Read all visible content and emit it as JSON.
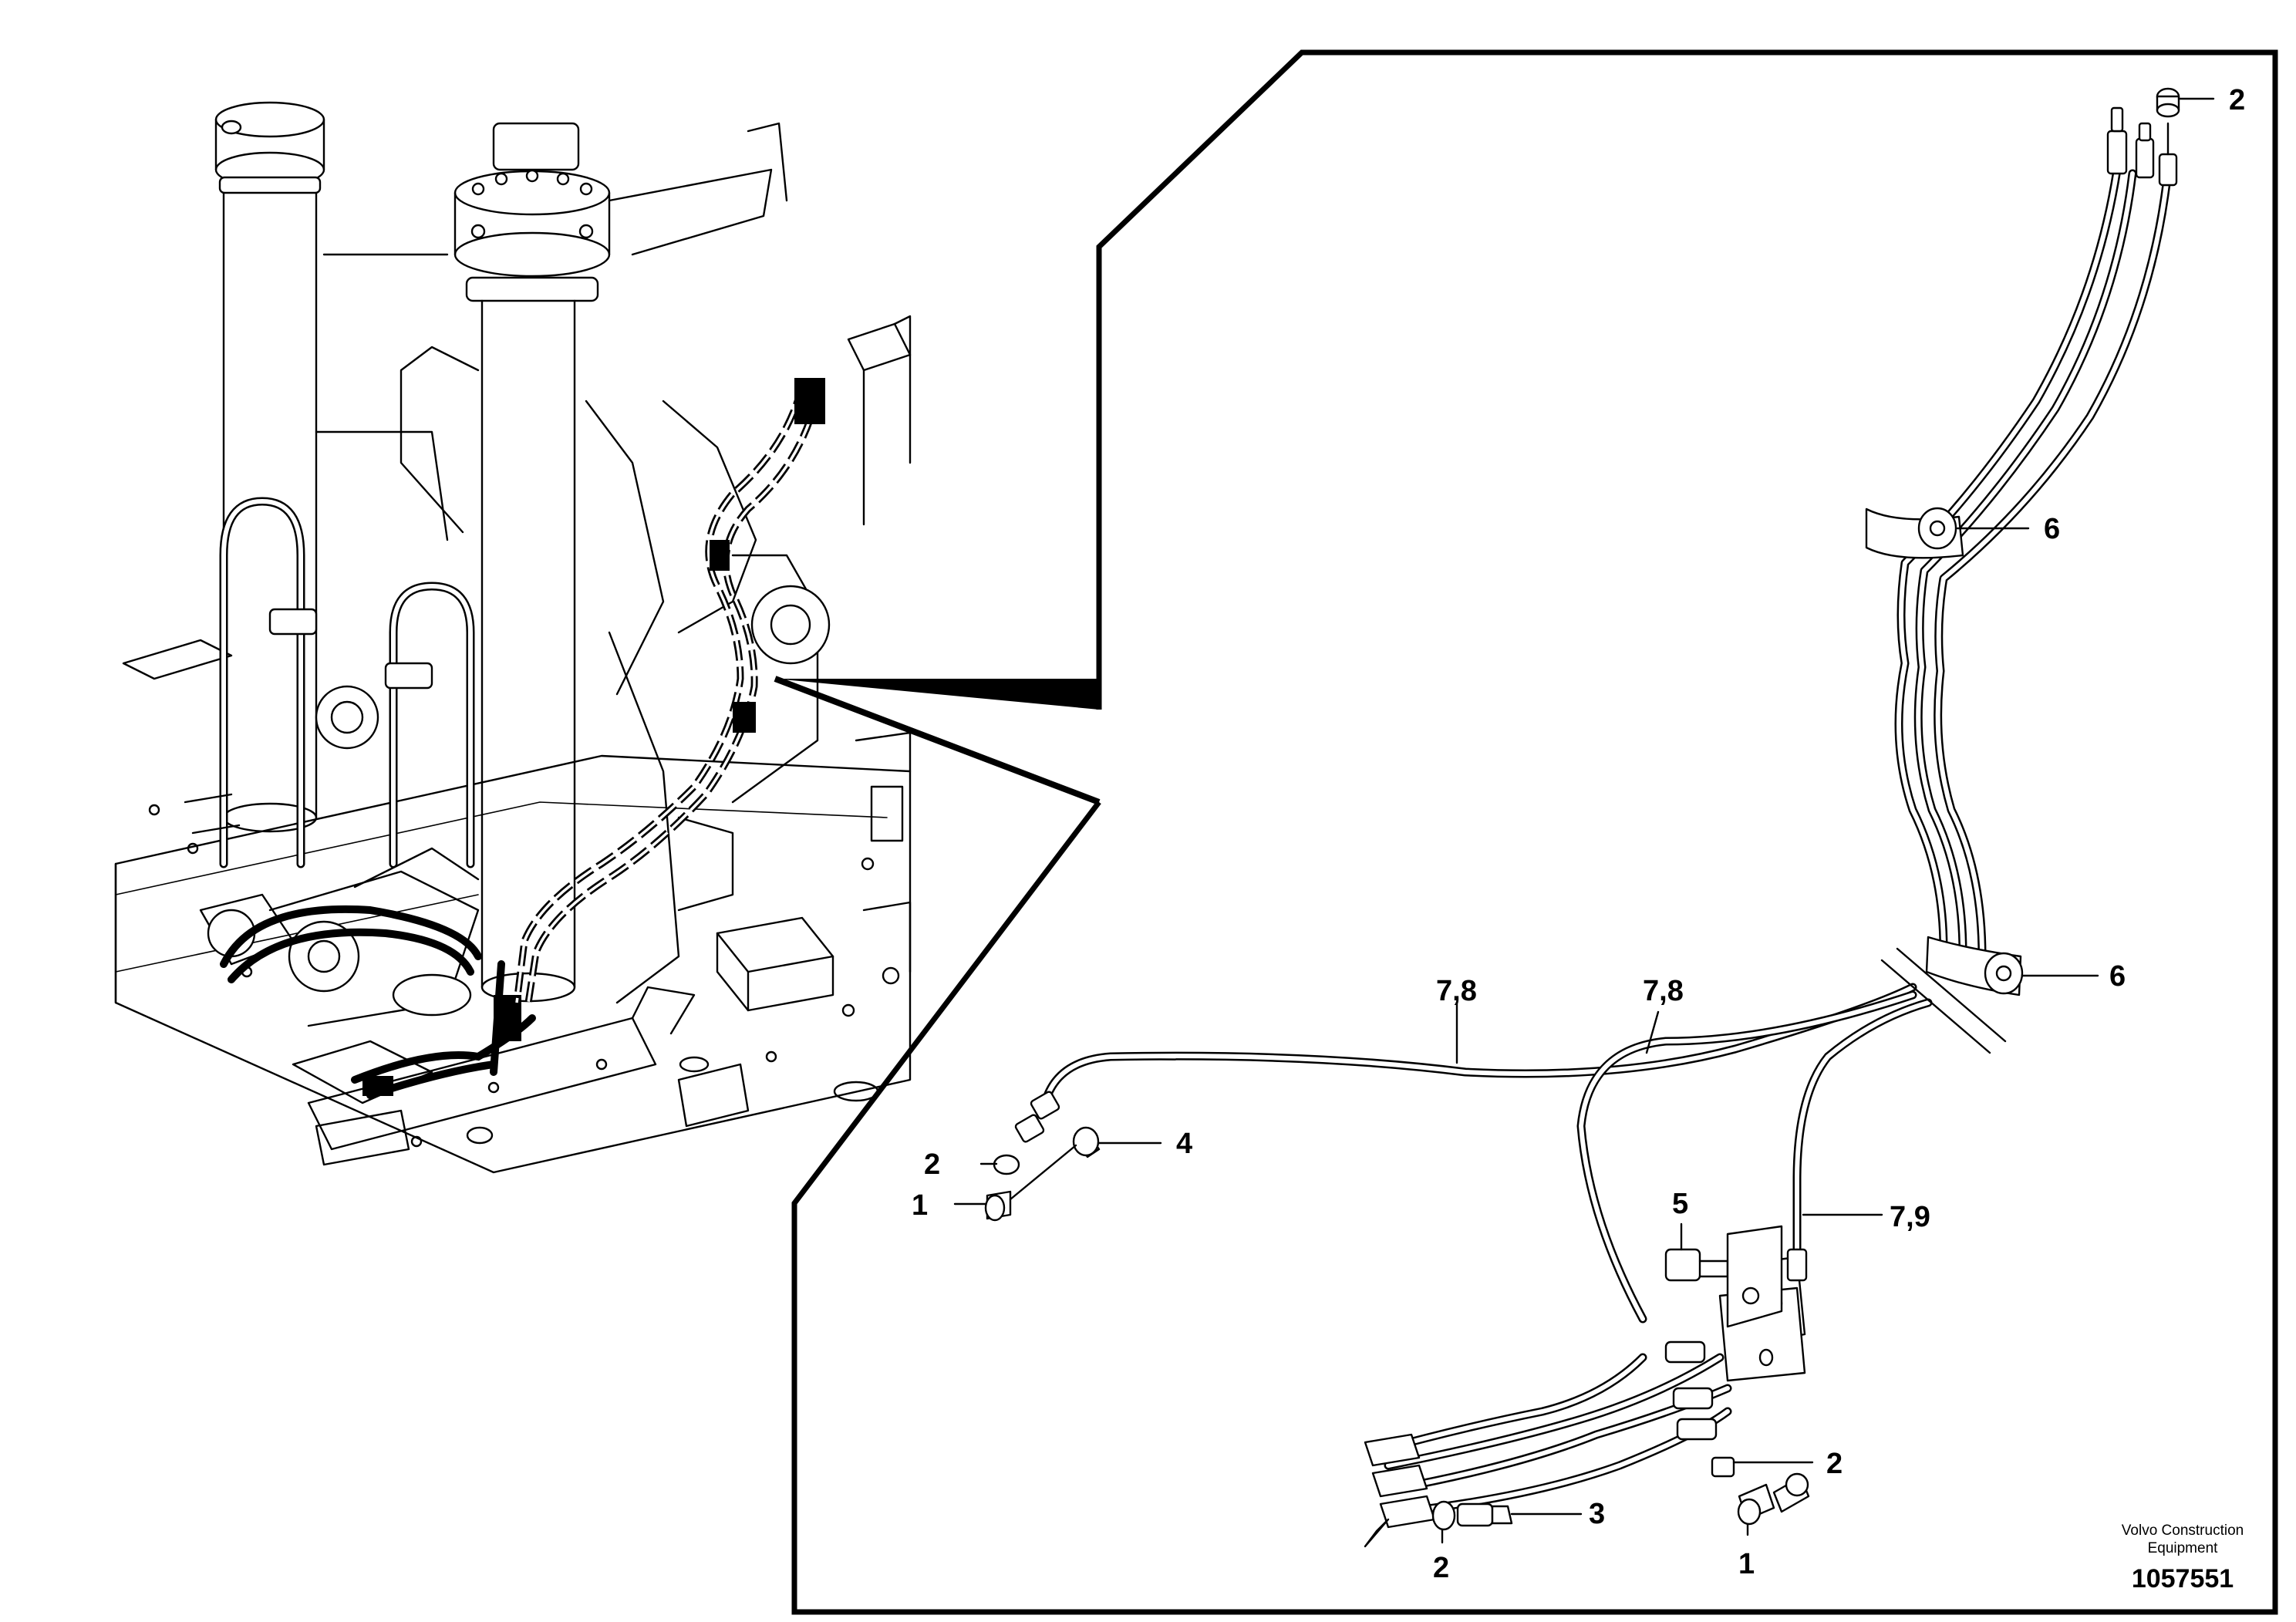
{
  "diagram": {
    "kind": "exploded parts illustration",
    "subject": "hydraulic hose routing on excavator boom"
  },
  "callouts": {
    "c1_left": "1",
    "c2_left": "2",
    "c4": "4",
    "c78_left": "7,8",
    "c78_mid": "7,8",
    "c79": "7,9",
    "c5": "5",
    "c6_top": "6",
    "c6_bottom": "6",
    "c2_top": "2",
    "c2_lower_right": "2",
    "c3": "3",
    "c2_bottom": "2",
    "c1_bottom": "1"
  },
  "footer": {
    "brand_line1": "Volvo Construction",
    "brand_line2": "Equipment",
    "doc_number": "1057551"
  },
  "icons": {
    "detail_frame": "detail-inset-frame",
    "pointer": "zoom-pointer-wedge"
  }
}
